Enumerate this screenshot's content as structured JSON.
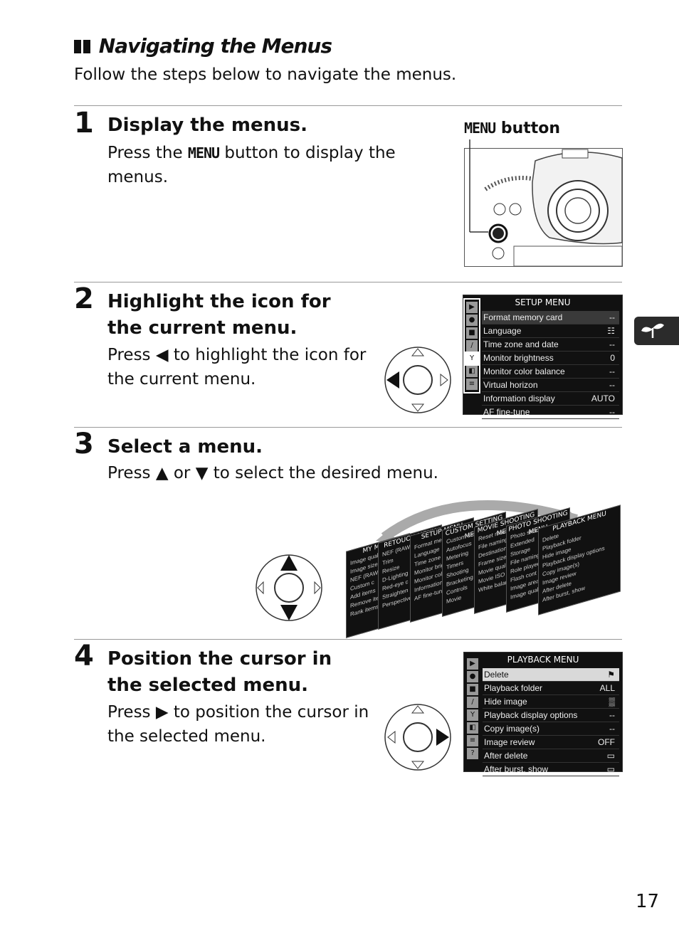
{
  "section": {
    "title": "Navigating the Menus",
    "intro": "Follow the steps below to navigate the menus."
  },
  "steps": [
    {
      "number": "1",
      "title": "Display the menus.",
      "body_pre": "Press the ",
      "body_glyph": "MENU",
      "body_post": " button to display the menus."
    },
    {
      "number": "2",
      "title": "Highlight the icon for the current menu.",
      "body_pre": "Press ",
      "body_post": " to highlight the icon for the current menu."
    },
    {
      "number": "3",
      "title": "Select a menu.",
      "body_pre": "Press ",
      "body_mid": " or ",
      "body_post": " to select the desired menu."
    },
    {
      "number": "4",
      "title": "Position the cursor in the selected menu.",
      "body_pre": "Press ",
      "body_post": " to position the cursor in the selected menu."
    }
  ],
  "camera": {
    "label_glyph": "MENU",
    "label_text": " button"
  },
  "setup_menu": {
    "header": "SETUP MENU",
    "rows": [
      {
        "label": "Format memory card",
        "value": "--"
      },
      {
        "label": "Language",
        "value": "☷"
      },
      {
        "label": "Time zone and date",
        "value": "--"
      },
      {
        "label": "Monitor brightness",
        "value": "0"
      },
      {
        "label": "Monitor color balance",
        "value": "--"
      },
      {
        "label": "Virtual horizon",
        "value": "--"
      },
      {
        "label": "Information display",
        "value": "AUTO"
      },
      {
        "label": "AF fine-tune",
        "value": "--"
      }
    ]
  },
  "playback_menu": {
    "header": "PLAYBACK MENU",
    "rows": [
      {
        "label": "Delete",
        "value": "⚑"
      },
      {
        "label": "Playback folder",
        "value": "ALL"
      },
      {
        "label": "Hide image",
        "value": "▒"
      },
      {
        "label": "Playback display options",
        "value": "--"
      },
      {
        "label": "Copy image(s)",
        "value": "--"
      },
      {
        "label": "Image review",
        "value": "OFF"
      },
      {
        "label": "After delete",
        "value": "▭"
      },
      {
        "label": "After burst, show",
        "value": "▭"
      }
    ]
  },
  "menu_stack": [
    {
      "header": "MY MENU",
      "lines": [
        "Image quality",
        "Image size",
        "NEF (RAW) r",
        "Custom c",
        "Add items",
        "Remove items",
        "Rank items"
      ]
    },
    {
      "header": "RETOUCH MENU",
      "lines": [
        "NEF (RAW) p",
        "Trim",
        "Resize",
        "D-Lighting",
        "Red-eye c",
        "Straighten",
        "Perspective"
      ]
    },
    {
      "header": "SETUP MENU",
      "lines": [
        "Format mem",
        "Language",
        "Time zone a",
        "Monitor brig",
        "Monitor col",
        "Information",
        "AF fine-tune"
      ]
    },
    {
      "header": "CUSTOM SETTING MENU",
      "lines": [
        "Custom sett",
        "Autofocus",
        "Metering",
        "Timers",
        "Shooting",
        "Bracketing",
        "Controls",
        "Movie"
      ]
    },
    {
      "header": "MOVIE SHOOTING MENU",
      "lines": [
        "Reset movie",
        "File naming",
        "Destination",
        "Frame size",
        "Movie quality",
        "Movie ISO",
        "White balance"
      ]
    },
    {
      "header": "PHOTO SHOOTING MENU",
      "lines": [
        "Photo shoot",
        "Extended",
        "Storage",
        "File naming",
        "Role played",
        "Flash cont",
        "Image area",
        "Image quality"
      ]
    },
    {
      "header": "PLAYBACK MENU",
      "lines": [
        "Delete",
        "Playback folder",
        "Hide image",
        "Playback display options",
        "Copy image(s)",
        "Image review",
        "After delete",
        "After burst, show"
      ]
    }
  ],
  "page_number": "17"
}
